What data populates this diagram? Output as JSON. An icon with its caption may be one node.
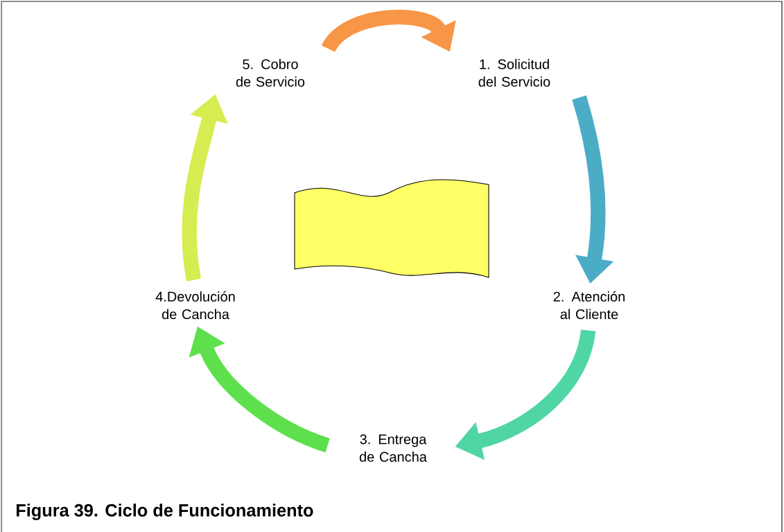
{
  "diagram": {
    "caption": "Figura 39. Ciclo de Funcionamiento",
    "nodes": [
      {
        "text": [
          "1. Solicitud del Servicio"
        ]
      },
      {
        "text": [
          "2. Atención al Cliente"
        ]
      },
      {
        "text": [
          "3. Entrega de Cancha"
        ]
      },
      {
        "text": [
          "4.Devolución de Cancha"
        ]
      },
      {
        "text": [
          "5. Cobro de Servicio"
        ]
      },
      {
        "text": [],
        "shape": "banner"
      }
    ],
    "edges": [
      {
        "from": 4,
        "to": 0,
        "arrow": "to",
        "color": "#f79646"
      },
      {
        "from": 0,
        "to": 1,
        "arrow": "to",
        "color": "#4bacc6"
      },
      {
        "from": 1,
        "to": 2,
        "arrow": "to",
        "color": "#4fd6a4"
      },
      {
        "from": 2,
        "to": 3,
        "arrow": "to",
        "color": "#5ee04c"
      },
      {
        "from": 3,
        "to": 4,
        "arrow": "to",
        "color": "#d6ec50"
      }
    ]
  }
}
